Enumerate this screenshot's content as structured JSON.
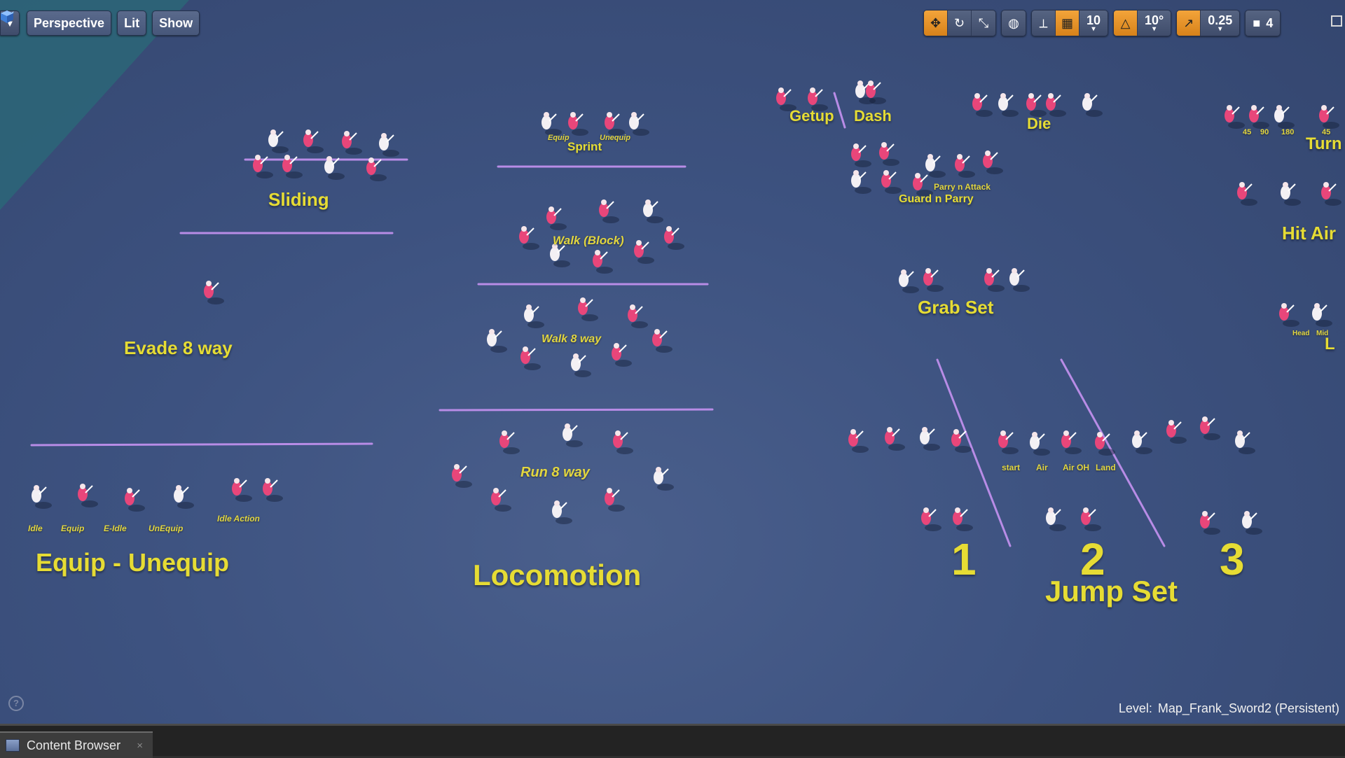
{
  "toolbar": {
    "dropdown_icon": "chevron-down-icon",
    "perspective_label": "Perspective",
    "lit_label": "Lit",
    "show_label": "Show",
    "grid_snap_value": "10",
    "rotation_snap_value": "10°",
    "scale_snap_value": "0.25",
    "camera_speed_value": "4",
    "accent_color": "#e8921f"
  },
  "scene_labels": {
    "sliding": "Sliding",
    "evade": "Evade  8 way",
    "equip_unequip": "Equip - Unequip",
    "sprint": "Sprint",
    "equip_small": "Equip",
    "unequip_small": "Unequip",
    "walk_block": "Walk (Block)",
    "walk_8way": "Walk 8 way",
    "run_8way": "Run 8 way",
    "locomotion": "Locomotion",
    "getup": "Getup",
    "dash": "Dash",
    "die": "Die",
    "parry_attack": "Parry n Attack",
    "guard_parry": "Guard n Parry",
    "grab_set": "Grab Set",
    "turn": "Turn",
    "hit_air": "Hit Air",
    "l_label": "L",
    "deg_45": "45",
    "deg_90": "90",
    "deg_180": "180",
    "deg_45b": "45",
    "head": "Head",
    "mid": "Mid",
    "start": "start",
    "air": "Air",
    "air_oh": "Air OH",
    "land": "Land",
    "jump_1": "1",
    "jump_2": "2",
    "jump_3": "3",
    "jump_set": "Jump Set",
    "idle": "Idle",
    "equip": "Equip",
    "e_idle": "E-Idle",
    "unequip_lbl": "UnEquip",
    "idle_action": "Idle Action",
    "text_color": "#e6dc34",
    "line_color": "#b88ce6"
  },
  "level": {
    "label": "Level:",
    "name": "Map_Frank_Sword2 (Persistent)"
  },
  "bottom": {
    "content_browser_label": "Content Browser",
    "close_glyph": "×"
  }
}
